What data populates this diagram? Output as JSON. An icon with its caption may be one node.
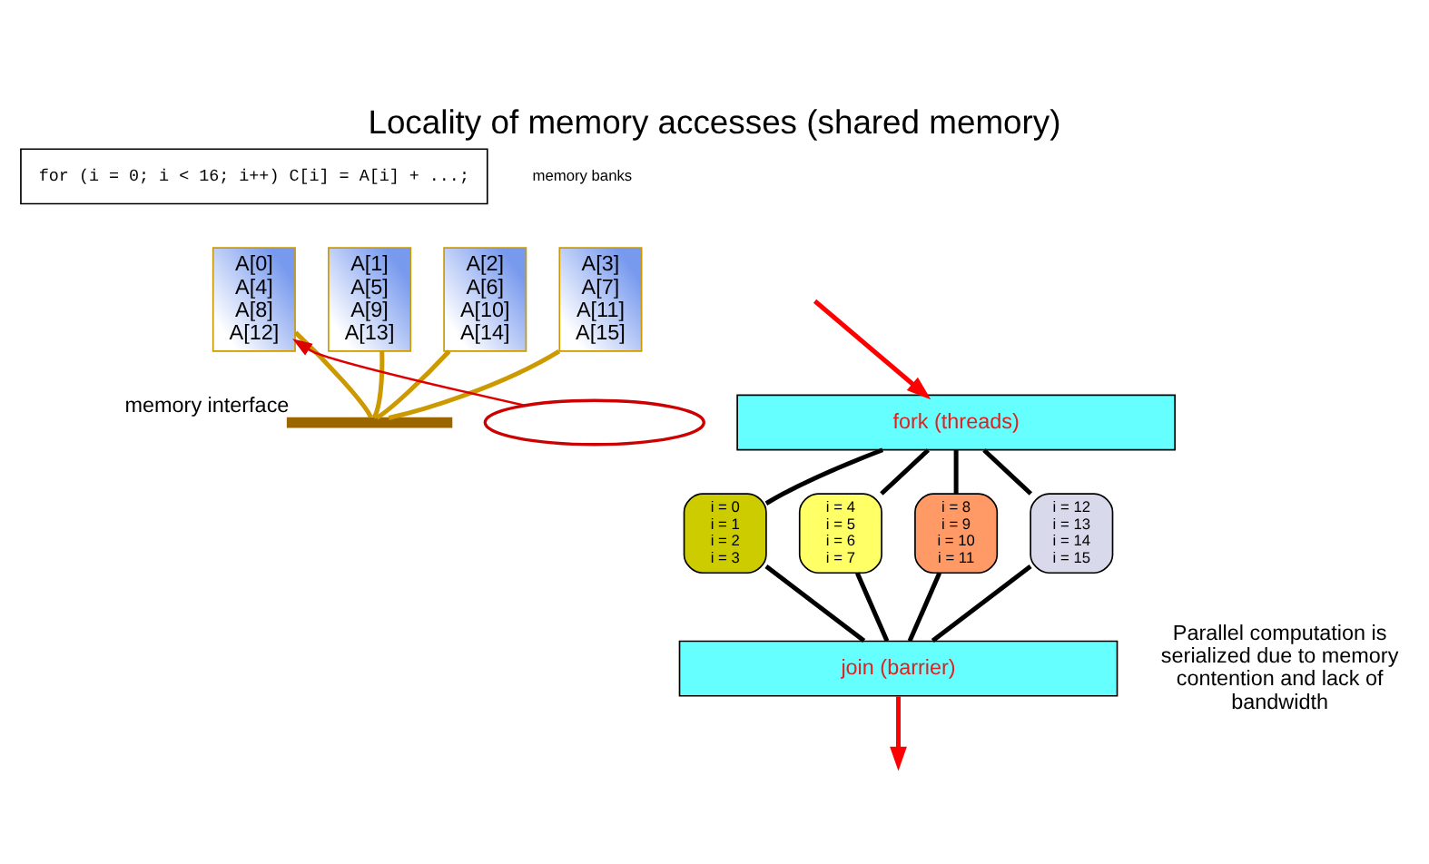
{
  "diagram": {
    "title": "Locality of memory accesses (shared memory)",
    "nodes": [
      {
        "text": [
          "for (i = 0; i < 16; i++) C[i] = A[i] + ...;"
        ]
      },
      {
        "text": [
          "fork (threads)"
        ]
      },
      {
        "text": [
          "i = 0",
          "i = 1",
          "i = 2",
          "i = 3"
        ]
      },
      {
        "text": [
          "i = 4",
          "i = 5",
          "i = 6",
          "i = 7"
        ]
      },
      {
        "text": [
          "i = 8",
          "i = 9",
          "i = 10",
          "i = 11"
        ]
      },
      {
        "text": [
          "i = 12",
          "i = 13",
          "i = 14",
          "i = 15"
        ]
      },
      {
        "text": [
          "join (barrier)"
        ]
      },
      {
        "text": [
          "A[0]",
          "A[4]",
          "A[8]",
          "A[12]"
        ]
      },
      {
        "text": [
          "A[1]",
          "A[5]",
          "A[9]",
          "A[13]"
        ]
      },
      {
        "text": [
          "A[2]",
          "A[6]",
          "A[10]",
          "A[14]"
        ]
      },
      {
        "text": [
          "A[3]",
          "A[7]",
          "A[11]",
          "A[15]"
        ]
      },
      {
        "text": [],
        "shape": "bar",
        "beside": [
          "memory interface"
        ]
      },
      {
        "text": [],
        "shape": "ellipse"
      }
    ],
    "edges": [
      {
        "from": null,
        "to": 1,
        "arrow": "to",
        "color": "#ff0000"
      },
      {
        "from": 1,
        "to": 2,
        "arrow": "none"
      },
      {
        "from": 1,
        "to": 3,
        "arrow": "none"
      },
      {
        "from": 1,
        "to": 4,
        "arrow": "none"
      },
      {
        "from": 1,
        "to": 5,
        "arrow": "none"
      },
      {
        "from": 2,
        "to": 6,
        "arrow": "none"
      },
      {
        "from": 3,
        "to": 6,
        "arrow": "none"
      },
      {
        "from": 4,
        "to": 6,
        "arrow": "none"
      },
      {
        "from": 5,
        "to": 6,
        "arrow": "none"
      },
      {
        "from": 6,
        "to": null,
        "arrow": "to",
        "color": "#ff0000"
      },
      {
        "from": 11,
        "to": 7,
        "arrow": "none",
        "color": "#cc9900"
      },
      {
        "from": 11,
        "to": 8,
        "arrow": "none",
        "color": "#cc9900"
      },
      {
        "from": 11,
        "to": 9,
        "arrow": "none",
        "color": "#cc9900"
      },
      {
        "from": 11,
        "to": 10,
        "arrow": "none",
        "color": "#cc9900"
      },
      {
        "from": 12,
        "to": 7,
        "arrow": "to",
        "color": "#dd0000"
      }
    ],
    "labels": [
      "memory banks",
      "Parallel computation is serialized due to memory contention and lack of bandwidth"
    ]
  }
}
